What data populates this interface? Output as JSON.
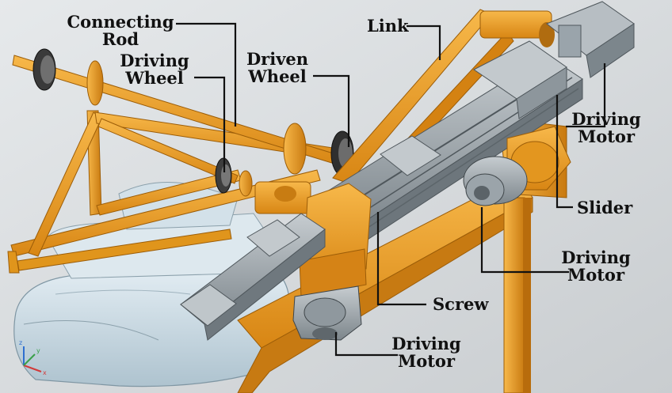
{
  "labels": {
    "connecting_rod": [
      "Connecting",
      "Rod"
    ],
    "driving_wheel": [
      "Driving",
      "Wheel"
    ],
    "driven_wheel": [
      "Driven",
      "Wheel"
    ],
    "link": "Link",
    "driving_motor_top": [
      "Driving",
      "Motor"
    ],
    "slider": "Slider",
    "driving_motor_mid": [
      "Driving",
      "Motor"
    ],
    "screw": "Screw",
    "driving_motor_bottom": [
      "Driving",
      "Motor"
    ]
  },
  "axis_triad": {
    "x": "x",
    "y": "y",
    "z": "z"
  },
  "colors": {
    "frame": "#f2a228",
    "frame_dark": "#c97a10",
    "motor_gray": "#9aa4ab",
    "hull": "#cfe0ea",
    "label_text": "#111111",
    "leader_line": "#111111"
  }
}
